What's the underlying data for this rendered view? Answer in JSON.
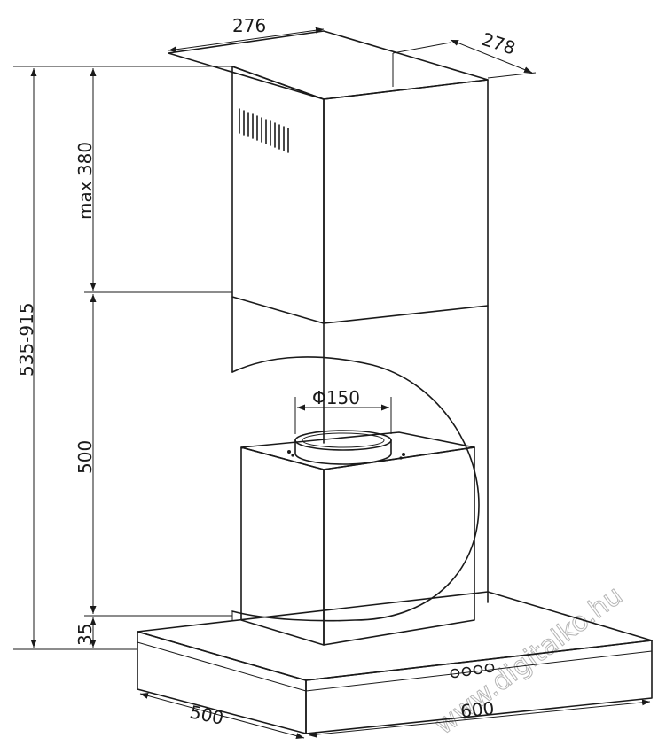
{
  "dimensions": {
    "top_width": "276",
    "top_depth": "278",
    "total_height": "535-915",
    "chimney_height": "max 380",
    "lower_height": "500",
    "base_height": "35",
    "duct_diameter": "Φ150",
    "hood_depth": "500",
    "hood_width": "600"
  },
  "watermark": "www.digitalko.hu",
  "colors": {
    "line": "#1a1a1a",
    "background": "#ffffff",
    "watermark": "#b5b5b5"
  },
  "control_knobs": 4
}
